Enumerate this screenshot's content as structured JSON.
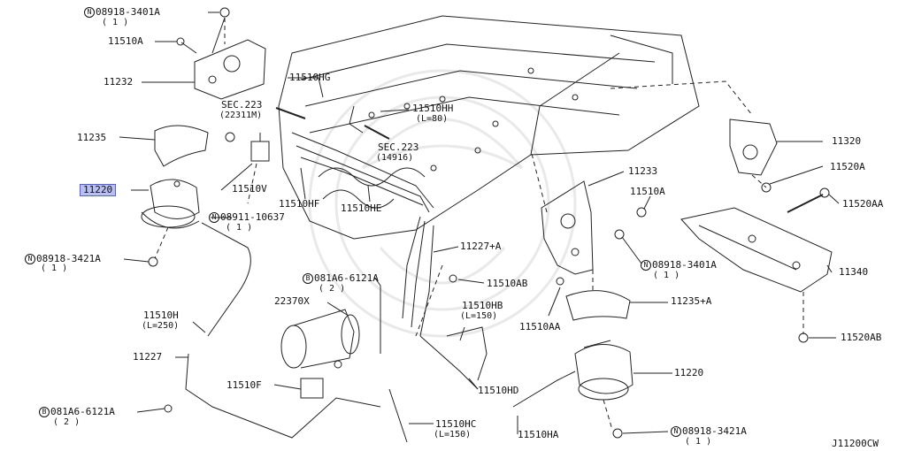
{
  "diagram_code": "J11200CW",
  "highlight_color": "#b9bff0",
  "parts": {
    "p_08918_3401A_top": {
      "ring": "N",
      "code": "08918-3401A",
      "qty": "( 1 )"
    },
    "p_11510A_top": {
      "code": "11510A"
    },
    "p_11232": {
      "code": "11232"
    },
    "p_11235": {
      "code": "11235"
    },
    "p_11220_left": {
      "code": "11220"
    },
    "p_08918_3421A_left": {
      "ring": "N",
      "code": "08918-3421A",
      "qty": "( 1 )"
    },
    "p_11510H": {
      "code": "11510H",
      "qty": "(L=250)"
    },
    "p_11227": {
      "code": "11227"
    },
    "p_081A6_6121A_left": {
      "ring": "B",
      "code": "081A6-6121A",
      "qty": "( 2 )"
    },
    "p_11510HG": {
      "code": "11510HG"
    },
    "p_sec223_22311M": {
      "code": "SEC.223",
      "qty": "(22311M)"
    },
    "p_11510HH": {
      "code": "11510HH",
      "qty": "(L=80)"
    },
    "p_sec223_14916": {
      "code": "SEC.223",
      "qty": "(14916)"
    },
    "p_11510V": {
      "code": "11510V"
    },
    "p_11510HF": {
      "code": "11510HF"
    },
    "p_11510HE": {
      "code": "11510HE"
    },
    "p_08911_10637": {
      "ring": "N",
      "code": "08911-10637",
      "qty": "( 1 )"
    },
    "p_081A6_6121A_mid": {
      "ring": "B",
      "code": "081A6-6121A",
      "qty": "( 2 )"
    },
    "p_22370X": {
      "code": "22370X"
    },
    "p_11510F": {
      "code": "11510F"
    },
    "p_11510HB": {
      "code": "11510HB",
      "qty": "(L=150)"
    },
    "p_11510HD": {
      "code": "11510HD"
    },
    "p_11510HC": {
      "code": "11510HC",
      "qty": "(L=150)"
    },
    "p_11510HA": {
      "code": "11510HA"
    },
    "p_11227A": {
      "code": "11227+A"
    },
    "p_11510AB": {
      "code": "11510AB"
    },
    "p_11510AA": {
      "code": "11510AA"
    },
    "p_11233": {
      "code": "11233"
    },
    "p_11510A_right": {
      "code": "11510A"
    },
    "p_08918_3401A_right": {
      "ring": "N",
      "code": "08918-3401A",
      "qty": "( 1 )"
    },
    "p_11235A": {
      "code": "11235+A"
    },
    "p_11220_right": {
      "code": "11220"
    },
    "p_08918_3421A_right": {
      "ring": "N",
      "code": "08918-3421A",
      "qty": "( 1 )"
    },
    "p_11320": {
      "code": "11320"
    },
    "p_11520A": {
      "code": "11520A"
    },
    "p_11520AA": {
      "code": "11520AA"
    },
    "p_11340": {
      "code": "11340"
    },
    "p_11520AB": {
      "code": "11520AB"
    }
  }
}
